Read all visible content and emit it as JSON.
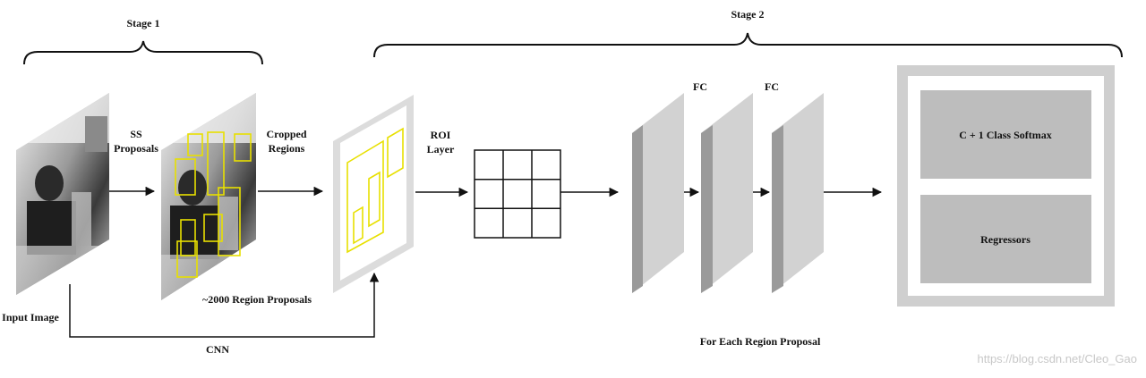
{
  "labels": {
    "stage1": "Stage 1",
    "stage2": "Stage 2",
    "ss_line1": "SS",
    "ss_line2": "Proposals",
    "cropped_line1": "Cropped",
    "cropped_line2": "Regions",
    "roi_line1": "ROI",
    "roi_line2": "Layer",
    "fc1": "FC",
    "fc2": "FC",
    "softmax": "C + 1 Class Softmax",
    "regressors": "Regressors",
    "input_image": "Input Image",
    "region_proposals": "~2000 Region Proposals",
    "cnn": "CNN",
    "for_each": "For Each Region Proposal"
  },
  "watermark": "https://blog.csdn.net/Cleo_Gao",
  "colors": {
    "arrow": "#111111",
    "proposal_box": "#e8e000",
    "fc_front": "#9a9a9a",
    "fc_side": "#d2d2d2",
    "output_frame": "#cfcfcf",
    "output_box": "#bdbdbd",
    "photo_dark": "#3a3a3a",
    "photo_light": "#e6e6e6"
  }
}
